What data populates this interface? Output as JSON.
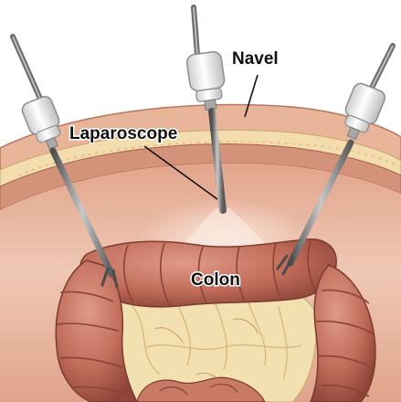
{
  "labels": {
    "navel": "Navel",
    "laparoscope": "Laparoscope",
    "colon": "Colon"
  },
  "colors": {
    "skin_outer": "#e7b195",
    "fat_layer": "#f1d6a8",
    "muscle": "#cf8c72",
    "cavity": "#ecc1ad",
    "colon": "#bf6b5a",
    "colon_shadow": "#9a4c40",
    "mesentery_fat": "#f3e2b4",
    "instrument_shaft": "#7d7d7d",
    "port_cap": "#f3f3f3"
  },
  "icons": [
    "trocar-port",
    "laparoscope-instrument",
    "grasper-instrument"
  ]
}
